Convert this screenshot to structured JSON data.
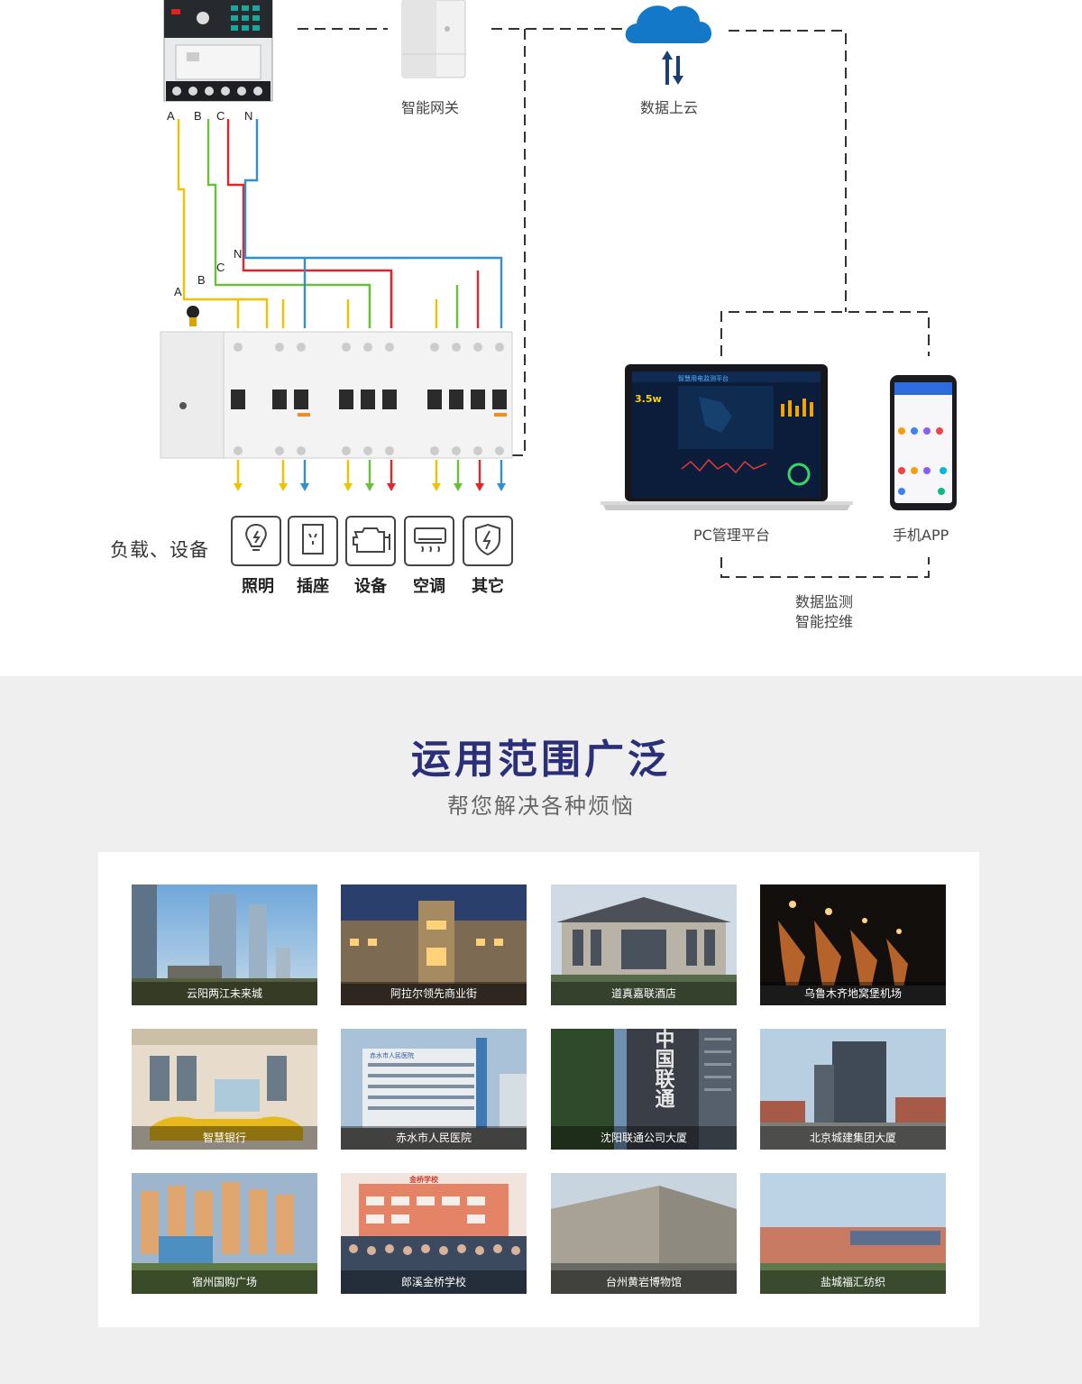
{
  "diagram": {
    "gateway_label": "智能网关",
    "cloud_label": "数据上云",
    "pc_label": "PC管理平台",
    "app_label": "手机APP",
    "monitor_line1": "数据监测",
    "monitor_line2": "智能控维",
    "meter_phases": [
      "A",
      "B",
      "C",
      "N"
    ],
    "bus_phases": [
      "N",
      "C",
      "B",
      "A"
    ],
    "loads_title": "负载、设备",
    "loads": [
      {
        "label": "照明",
        "icon": "bulb-icon"
      },
      {
        "label": "插座",
        "icon": "socket-icon"
      },
      {
        "label": "设备",
        "icon": "engine-icon"
      },
      {
        "label": "空调",
        "icon": "aircon-icon"
      },
      {
        "label": "其它",
        "icon": "shield-bolt-icon"
      }
    ],
    "laptop_screen": {
      "title": "智慧用电监测平台",
      "power": "3.5w"
    },
    "colors": {
      "yellow": "#f2c200",
      "green": "#6cbf3a",
      "red": "#e0262b",
      "blue": "#2f8fd0"
    }
  },
  "applications": {
    "title": "运用范围广泛",
    "subtitle": "帮您解决各种烦恼",
    "items": [
      "云阳两江未来城",
      "阿拉尔领先商业街",
      "道真嘉联酒店",
      "乌鲁木齐地窝堡机场",
      "智慧银行",
      "赤水市人民医院",
      "沈阳联通公司大厦",
      "北京城建集团大厦",
      "宿州国购广场",
      "郎溪金桥学校",
      "台州黄岩博物馆",
      "盐城福汇纺织"
    ],
    "photo_signs": {
      "hospital": "赤水市人民医院",
      "unicom": "中国联通",
      "school": "金桥学校"
    }
  }
}
